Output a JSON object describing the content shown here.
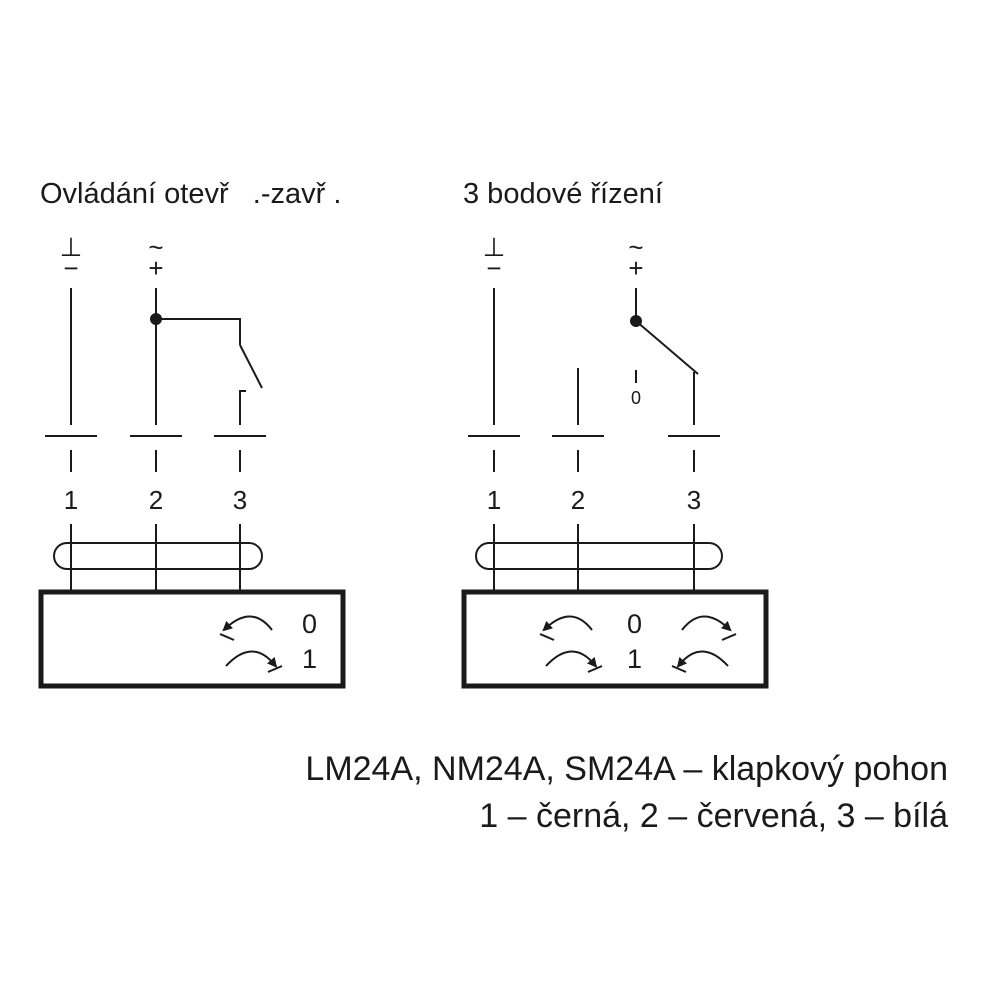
{
  "left_panel": {
    "title": "Ovládání otevř   .-zavř .",
    "symbols": {
      "t1_top": "⊥",
      "t1_bottom": "−",
      "t2_top": "~",
      "t2_bottom": "+"
    },
    "terminals": [
      "1",
      "2",
      "3"
    ],
    "states": [
      "0",
      "1"
    ]
  },
  "right_panel": {
    "title": "3 bodové řízení",
    "symbols": {
      "t1_top": "⊥",
      "t1_bottom": "−",
      "t2_top": "~",
      "t2_bottom": "+"
    },
    "switch_position_label": "0",
    "terminals": [
      "1",
      "2",
      "3"
    ],
    "states": [
      "0",
      "1"
    ]
  },
  "caption": {
    "line1": "LM24A, NM24A, SM24A – klapkový pohon",
    "line2": "1 – černá, 2 – červená, 3 – bílá"
  },
  "colors": {
    "ink": "#1a1a1a",
    "background": "#ffffff"
  }
}
